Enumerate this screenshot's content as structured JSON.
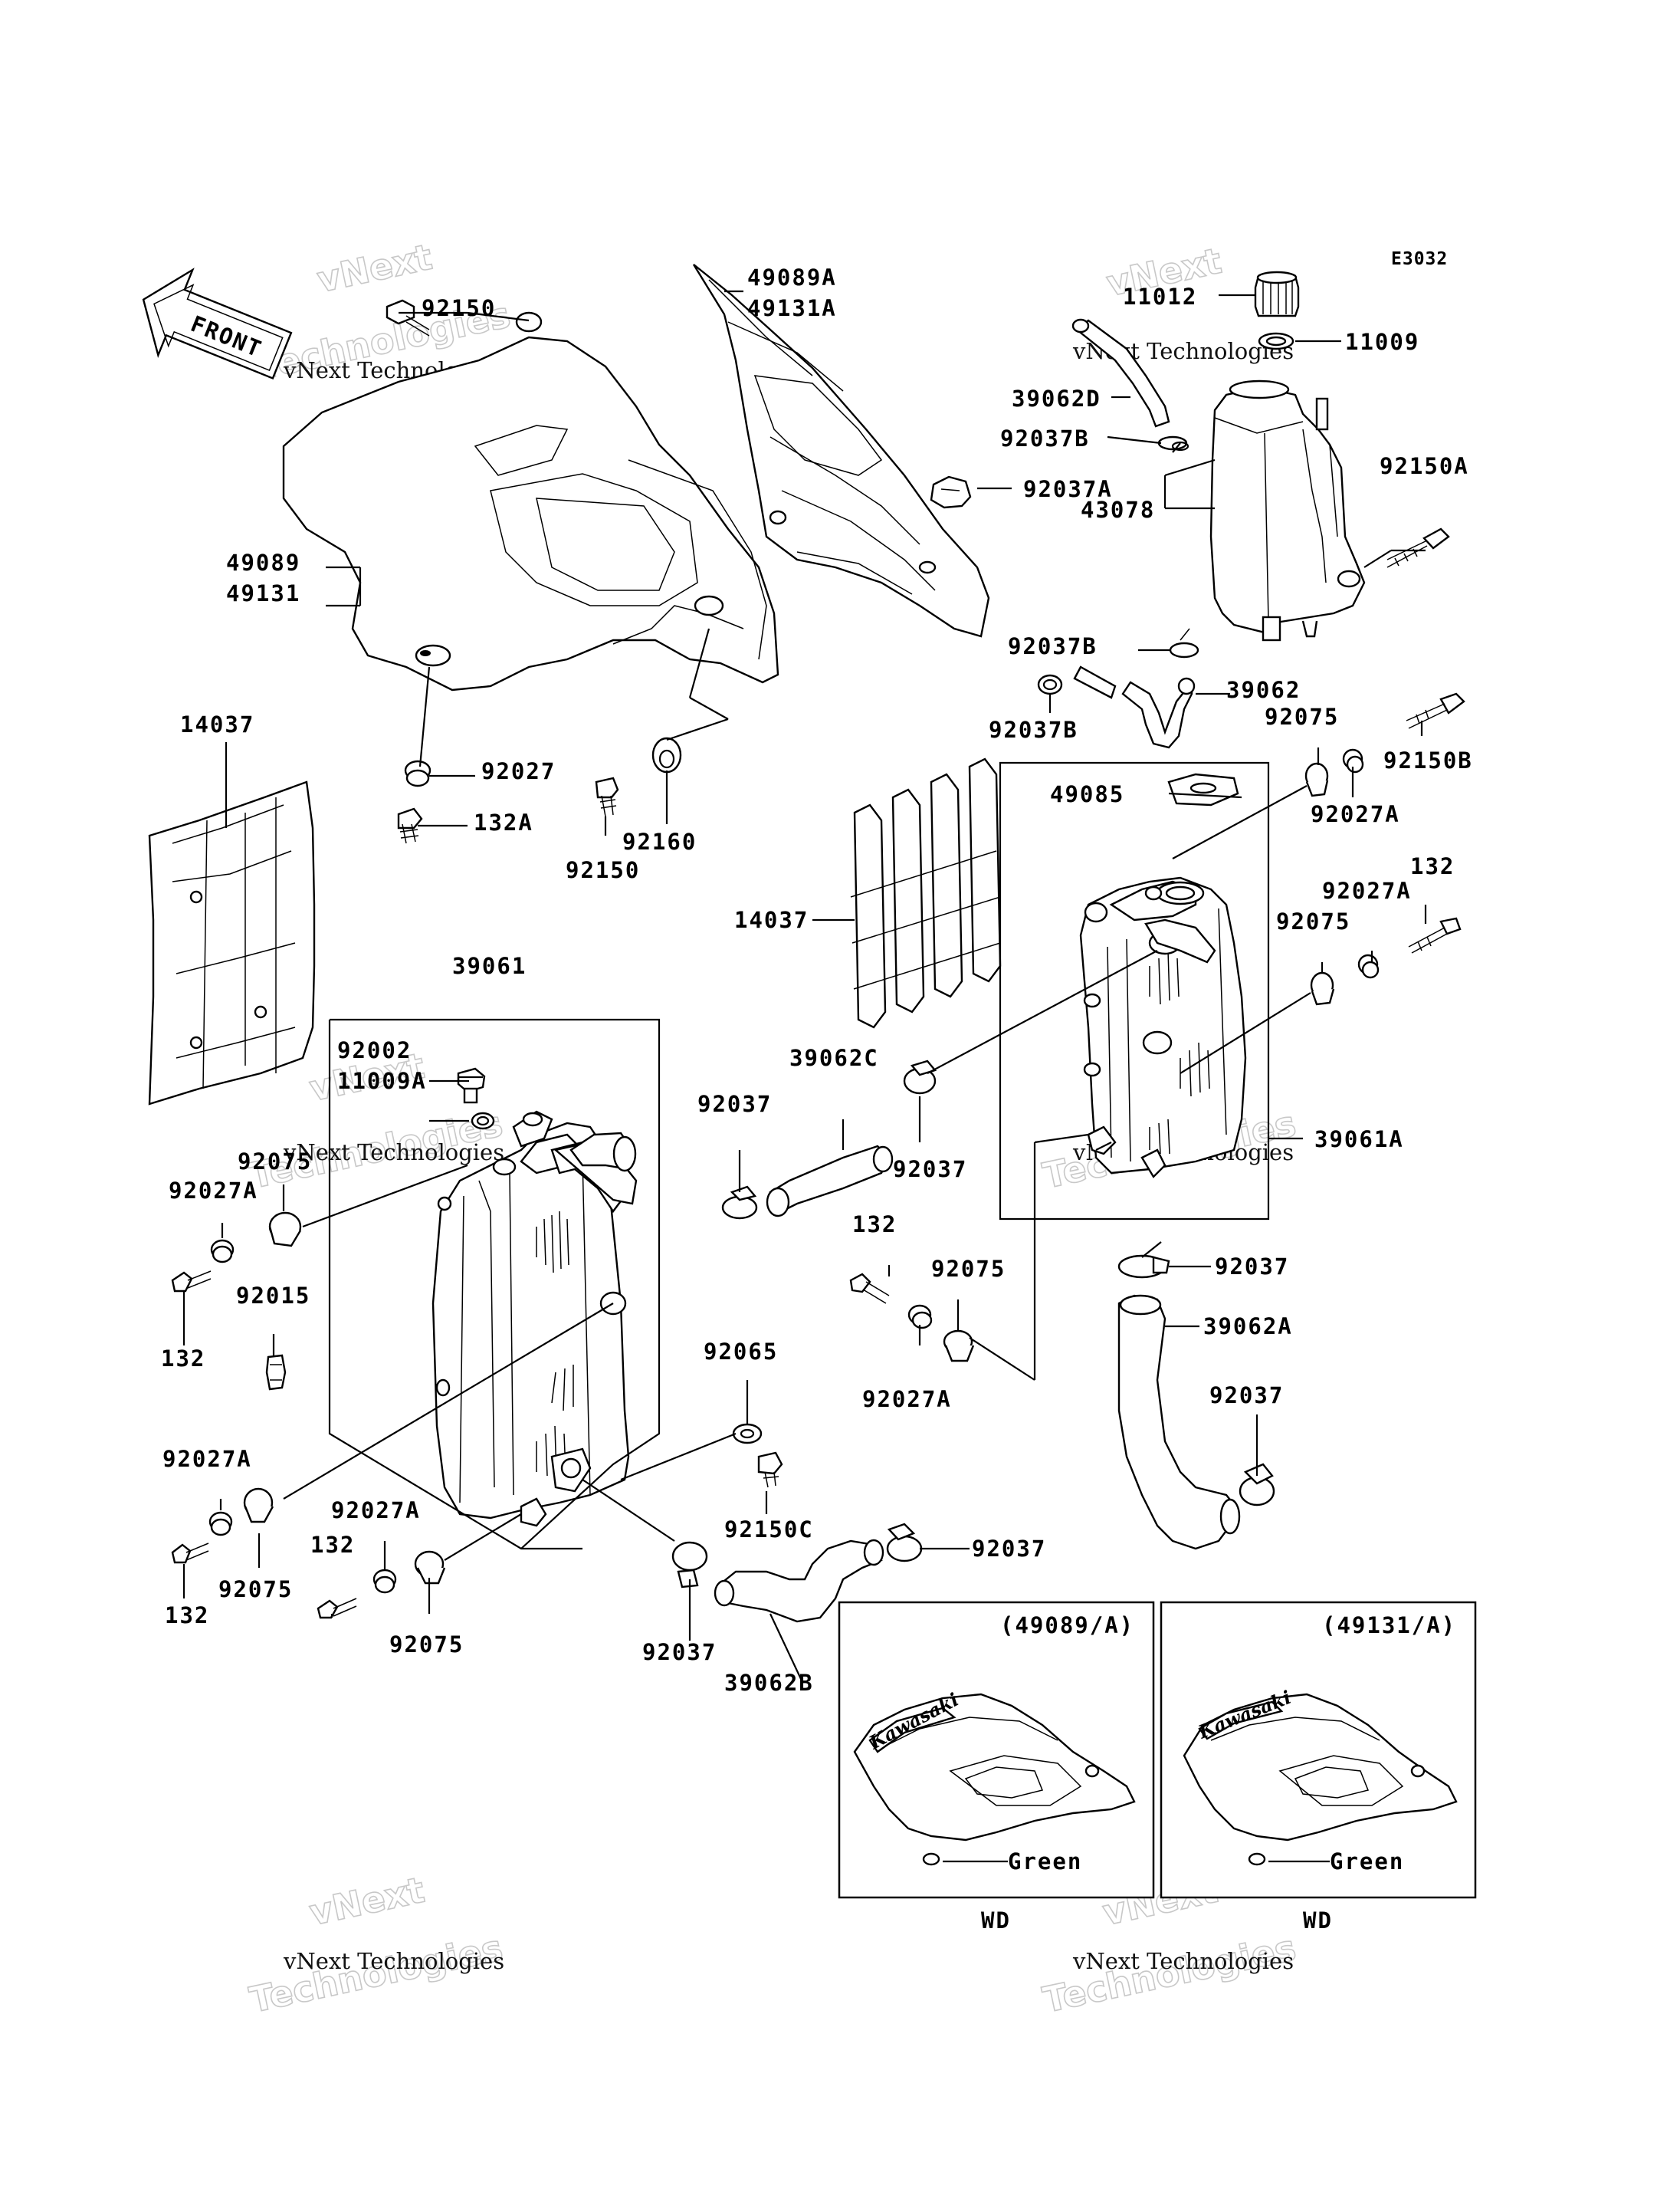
{
  "diagram_code": "E3032",
  "front_label": "FRONT",
  "watermark": {
    "line1": "vNext",
    "line2": "vNext Technologies",
    "line3": "Technologies"
  },
  "callouts": {
    "p92150_top": "92150",
    "p49089A": "49089A",
    "p49131A": "49131A",
    "p11012": "11012",
    "p11009": "11009",
    "p39062D": "39062D",
    "p92037B_top": "92037B",
    "p92037A": "92037A",
    "p43078": "43078",
    "p92150A": "92150A",
    "p49089": "49089",
    "p49131": "49131",
    "p92037B_mid": "92037B",
    "p39062": "39062",
    "p92037B_low": "92037B",
    "p92075_r1": "92075",
    "p92150B": "92150B",
    "p14037_left": "14037",
    "p92027": "92027",
    "p132A": "132A",
    "p92160": "92160",
    "p92150_mid": "92150",
    "p49085": "49085",
    "p92027A_r1": "92027A",
    "p132_r": "132",
    "p14037_mid": "14037",
    "p92027A_r2": "92027A",
    "p92075_r2": "92075",
    "p39061": "39061",
    "p92002": "92002",
    "p11009A": "11009A",
    "p39062C": "39062C",
    "p92037_c1": "92037",
    "p92037_c2": "92037",
    "p39061A": "39061A",
    "p92075_l1": "92075",
    "p92027A_l1": "92027A",
    "p92015": "92015",
    "p132_l1": "132",
    "p132_c": "132",
    "p92075_c": "92075",
    "p92037_r1": "92037",
    "p39062A": "39062A",
    "p92027A_c": "92027A",
    "p92065": "92065",
    "p92037_r2": "92037",
    "p92027A_l2": "92027A",
    "p92150C": "92150C",
    "p92027A_l3": "92027A",
    "p132_l2": "132",
    "p132_l3": "132",
    "p92037_c3": "92037",
    "p92075_l2": "92075",
    "p92075_l3": "92075",
    "p92037_b": "92037",
    "p39062B": "39062B"
  },
  "inset_left": {
    "title": "(49089/A)",
    "color_note": "Green",
    "logo_text": "Kawasaki",
    "model": "WD"
  },
  "inset_right": {
    "title": "(49131/A)",
    "color_note": "Green",
    "logo_text": "Kawasaki",
    "model": "WD"
  }
}
